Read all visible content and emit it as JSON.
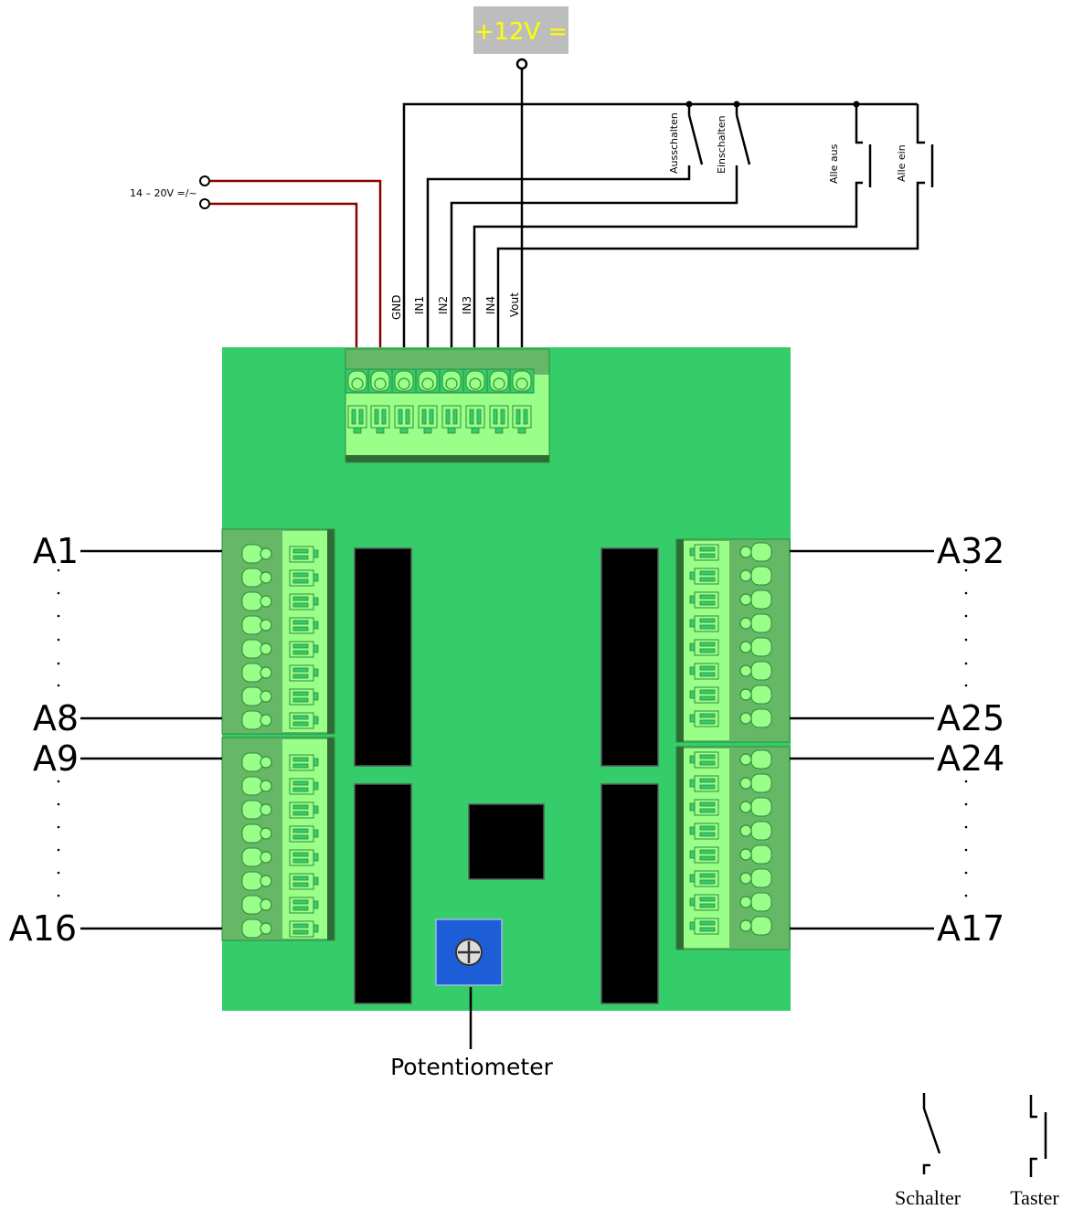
{
  "supply": {
    "label": "+12V =",
    "colors": {
      "box": "#bdbdbd",
      "text": "#ffff00"
    }
  },
  "input_voltage": {
    "label": "14 – 20V =/~"
  },
  "connector_pins": [
    "GND",
    "IN1",
    "IN2",
    "IN3",
    "IN4",
    "Vout"
  ],
  "switches": [
    {
      "label": "Ausschalten",
      "kind": "Schalter"
    },
    {
      "label": "Einschalten",
      "kind": "Schalter"
    },
    {
      "label": "Alle aus",
      "kind": "Taster"
    },
    {
      "label": "Alle ein",
      "kind": "Taster"
    }
  ],
  "outputs": {
    "left_top": {
      "first": "A1",
      "last": "A8"
    },
    "left_bottom": {
      "first": "A9",
      "last": "A16"
    },
    "right_top": {
      "first": "A32",
      "last": "A25"
    },
    "right_bottom": {
      "first": "A24",
      "last": "A17"
    }
  },
  "potentiometer": {
    "label": "Potentiometer"
  },
  "legend": {
    "switch": "Schalter",
    "button": "Taster"
  },
  "colors": {
    "board": "#35cc6a",
    "terminal_dark": "#66b866",
    "terminal_light": "#9aff88",
    "socket": "#000000",
    "pot": "#1e5dd8",
    "wire": "#000000",
    "power_wire": "#8b0000"
  }
}
